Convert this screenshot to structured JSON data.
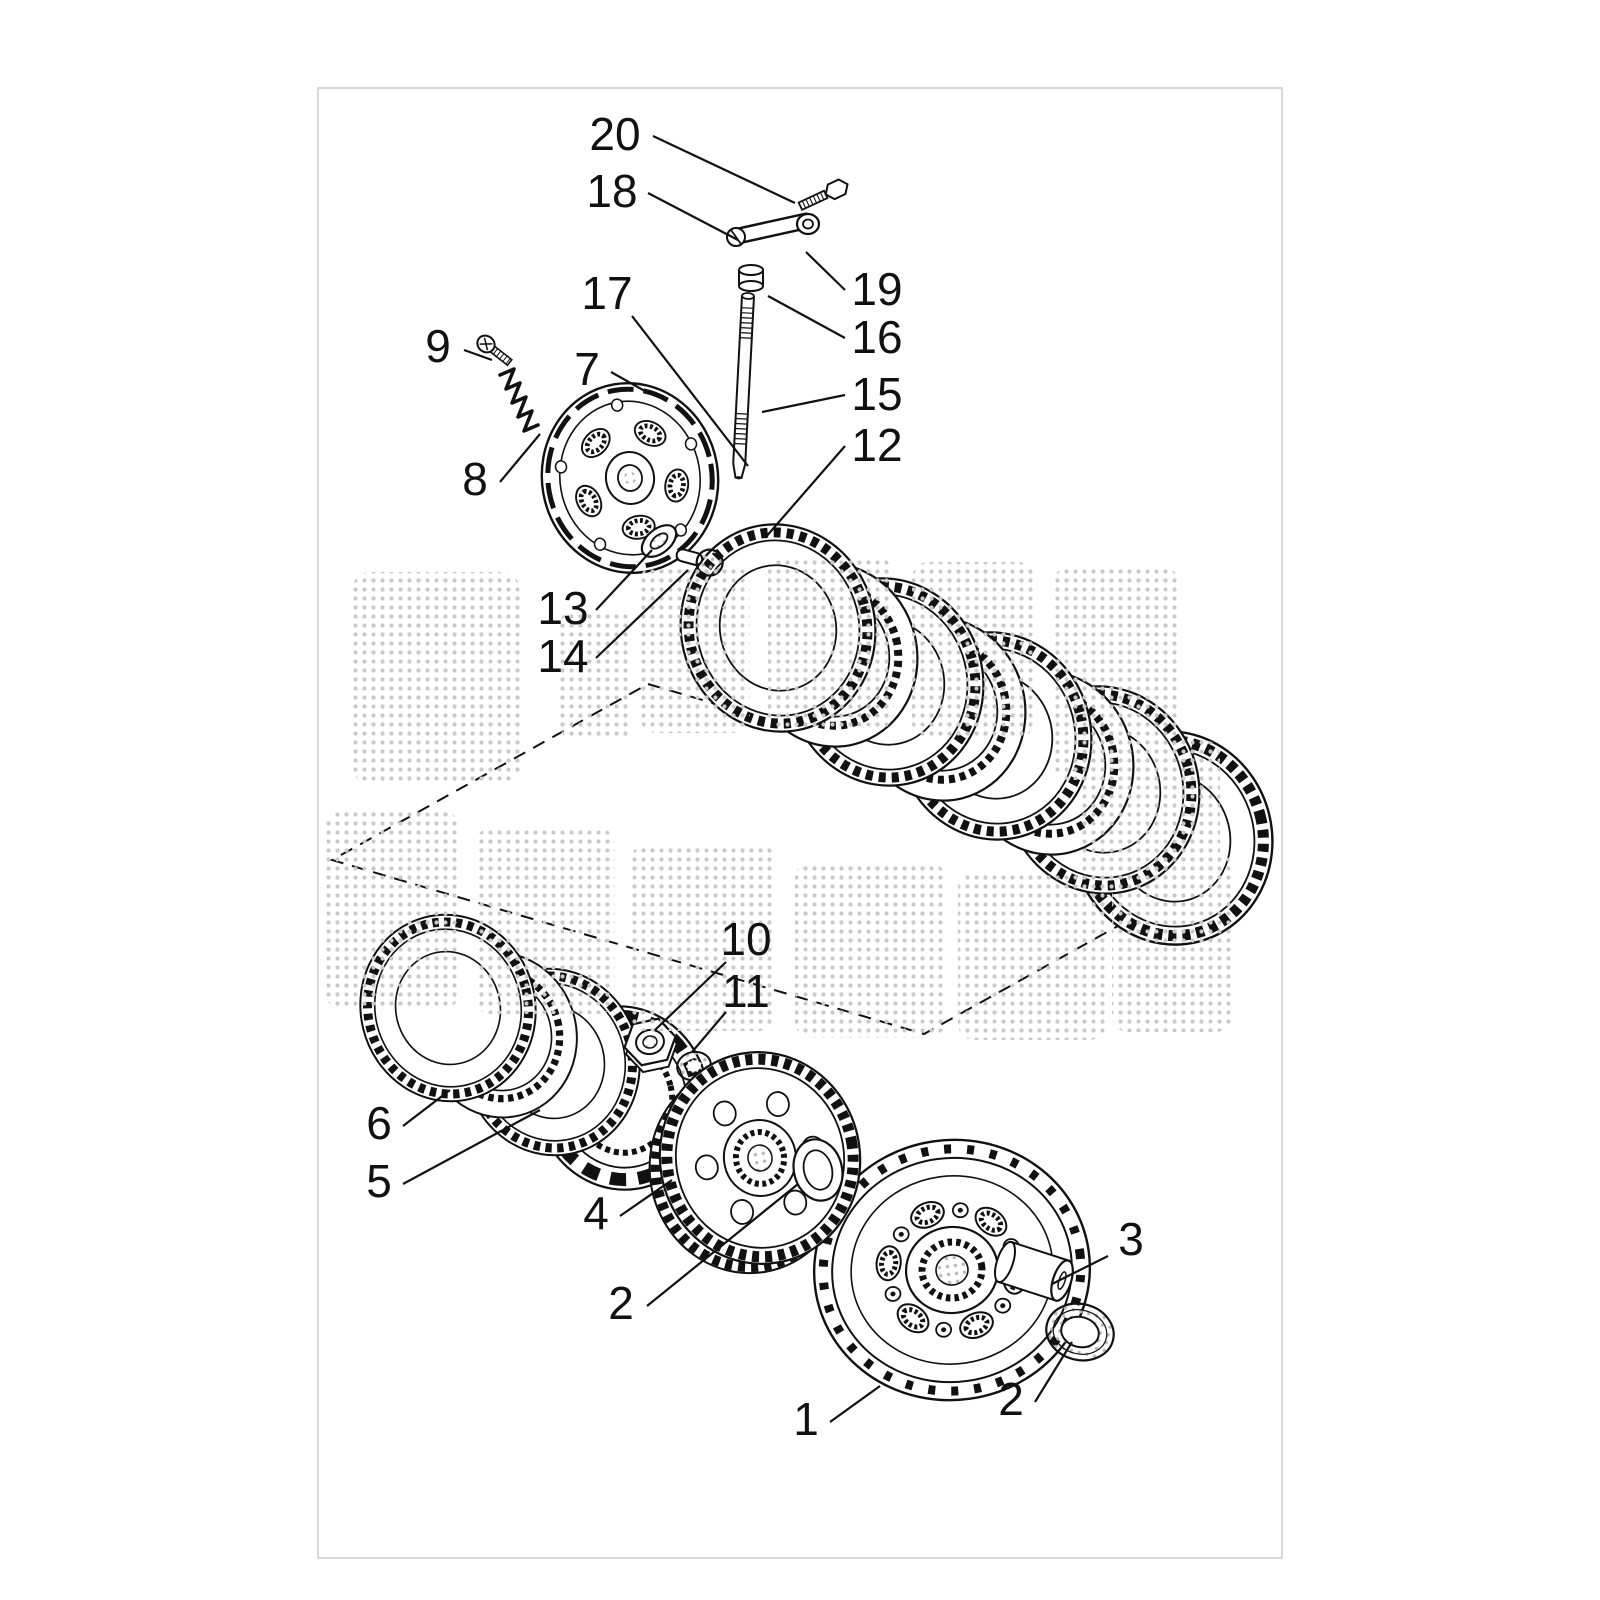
{
  "page": {
    "background_color": "#ffffff",
    "ink_color": "#111111",
    "halftone_color": "#c9c9c9",
    "description": "Exploded parts diagram of a clutch assembly with numbered callouts"
  },
  "diagram": {
    "type": "exploded-parts-diagram",
    "callouts": [
      {
        "id": "20",
        "text": "20"
      },
      {
        "id": "18",
        "text": "18"
      },
      {
        "id": "19",
        "text": "19"
      },
      {
        "id": "16",
        "text": "16"
      },
      {
        "id": "17",
        "text": "17"
      },
      {
        "id": "15",
        "text": "15"
      },
      {
        "id": "12",
        "text": "12"
      },
      {
        "id": "9",
        "text": "9"
      },
      {
        "id": "7",
        "text": "7"
      },
      {
        "id": "8",
        "text": "8"
      },
      {
        "id": "13",
        "text": "13"
      },
      {
        "id": "14",
        "text": "14"
      },
      {
        "id": "10",
        "text": "10"
      },
      {
        "id": "11",
        "text": "11"
      },
      {
        "id": "6",
        "text": "6"
      },
      {
        "id": "5",
        "text": "5"
      },
      {
        "id": "4",
        "text": "4"
      },
      {
        "id": "2a",
        "text": "2"
      },
      {
        "id": "3",
        "text": "3"
      },
      {
        "id": "1",
        "text": "1"
      },
      {
        "id": "2b",
        "text": "2"
      }
    ]
  }
}
